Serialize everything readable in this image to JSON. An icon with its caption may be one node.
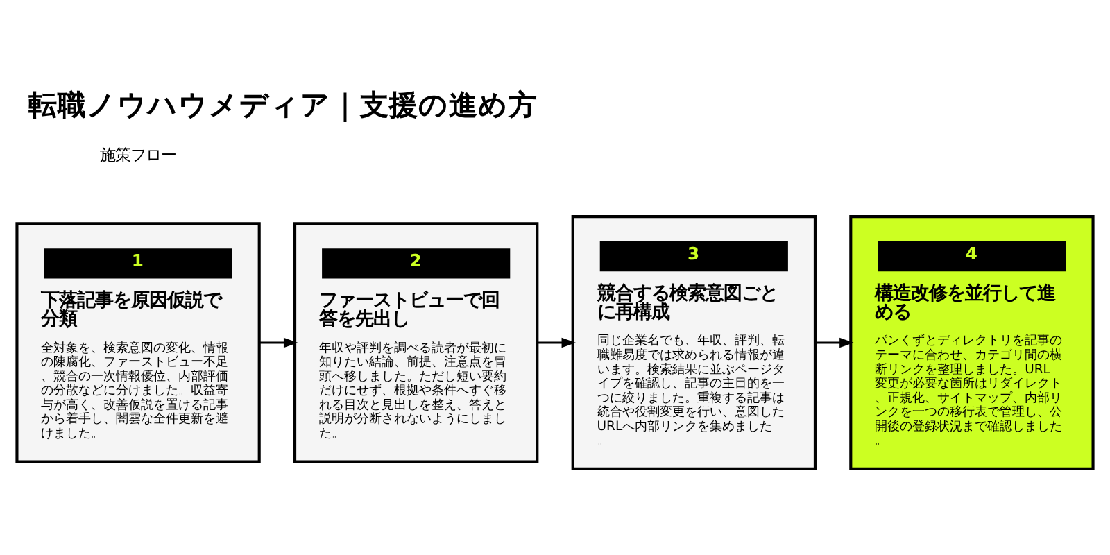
{
  "diagram": {
    "title": "転職ノウハウメディア｜支援の進め方",
    "nodes": [
      {
        "text": [
          "1",
          "下落記事を原因仮説で分類",
          "全対象を、検索意図の変化、情報の陳腐化、ファーストビュー不足、競合の一次情報優位、内部評価の分散などに分けました。収益寄与が高く、改善仮説を置ける記事から着手し、闇雲な全件更新を避けました。"
        ]
      },
      {
        "text": [
          "2",
          "ファーストビューで回答を先出し",
          "年収や評判を調べる読者が最初に知りたい結論、前提、注意点を冒頭へ移しました。ただし短い要約だけにせず、根拠や条件へすぐ移れる目次と見出しを整え、答えと説明が分断されないようにしました。"
        ]
      },
      {
        "text": [
          "3",
          "競合する検索意図ごとに再構成",
          "同じ企業名でも、年収、評判、転職難易度では求められる情報が違います。検索結果に並ぶページタイプを確認し、記事の主目的を一つに絞りました。重複する記事は統合や役割変更を行い、意図したURLへ内部リンクを集めました。"
        ]
      },
      {
        "text": [
          "4",
          "構造改修を並行して進める",
          "パンくずとディレクトリを記事のテーマに合わせ、カテゴリ間の横断リンクを整理しました。URL変更が必要な箇所はリダイレクト、正規化、サイトマップ、内部リンクを一つの移行表で管理し、公開後の登録状況まで確認しました。"
        ]
      }
    ],
    "edges": [
      {
        "from": 0,
        "to": 1,
        "arrow": "to"
      },
      {
        "from": 1,
        "to": 2,
        "arrow": "to"
      },
      {
        "from": 2,
        "to": 3,
        "arrow": "to"
      }
    ],
    "labels": [
      "施策フロー"
    ]
  }
}
